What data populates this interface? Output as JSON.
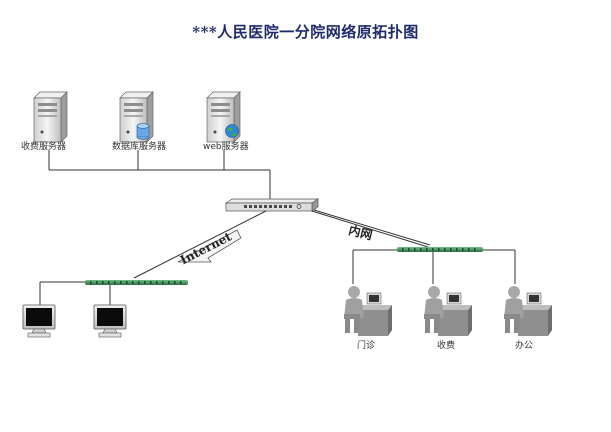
{
  "title": "***人民医院一分院网络原拓扑图",
  "servers": [
    {
      "label": "收费服务器",
      "badge": "none"
    },
    {
      "label": "数据库服务器",
      "badge": "database"
    },
    {
      "label": "web服务器",
      "badge": "globe"
    }
  ],
  "links": {
    "internet_label": "Internet",
    "intranet_label": "内网"
  },
  "departments": [
    {
      "label": "门诊"
    },
    {
      "label": "收费"
    },
    {
      "label": "办公"
    }
  ],
  "colors": {
    "title": "#1e2a6e",
    "hub_bar": "#3f8a5a",
    "line": "#333333",
    "server_body": "#e6e6e6",
    "person": "#9a9a9a",
    "desk": "#8f8f8f"
  }
}
